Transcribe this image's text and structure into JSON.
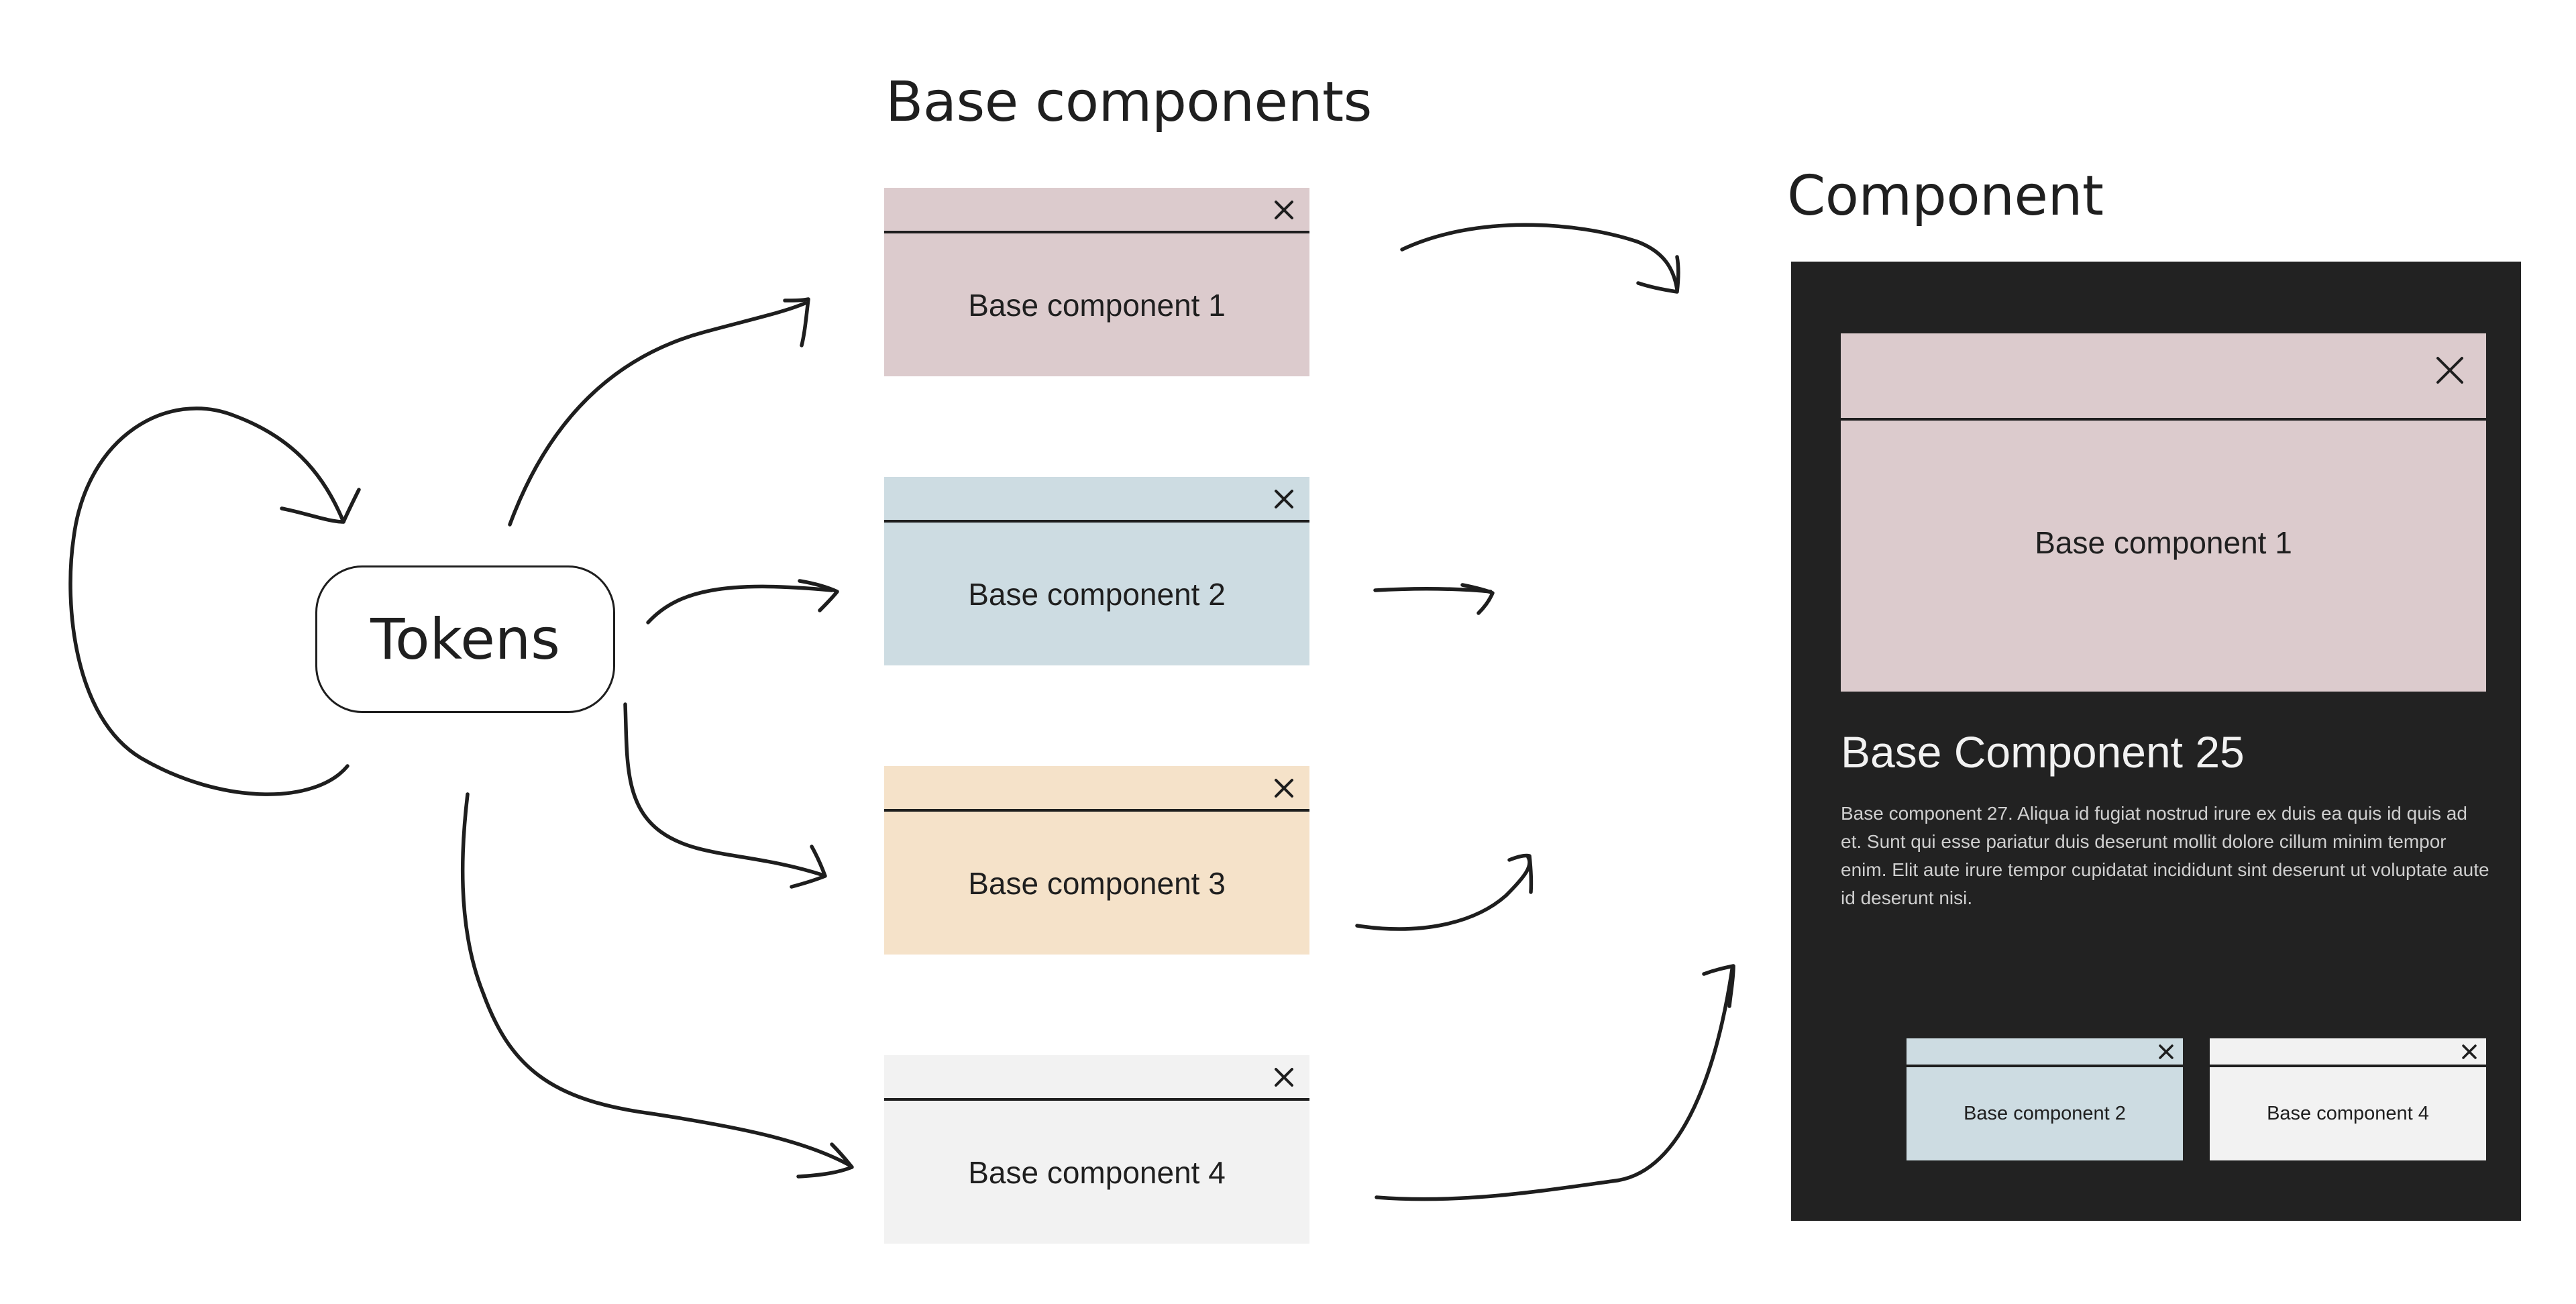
{
  "headings": {
    "base_components": "Base components",
    "component": "Component"
  },
  "tokens": {
    "label": "Tokens"
  },
  "base_components": [
    {
      "label": "Base component 1",
      "color": "#dccbcd"
    },
    {
      "label": "Base component 2",
      "color": "#cddce2"
    },
    {
      "label": "Base component 3",
      "color": "#f5e2c9"
    },
    {
      "label": "Base component 4",
      "color": "#f2f2f2"
    }
  ],
  "component": {
    "background": "#222222",
    "preview_label": "Base component 1",
    "title": "Base Component 25",
    "body": "Base component 27. Aliqua id fugiat nostrud irure ex duis ea quis id quis ad et. Sunt qui esse pariatur duis deserunt mollit dolore cillum minim tempor enim. Elit aute irure tempor cupidatat incididunt sint deserunt ut voluptate aute id deserunt nisi.",
    "small_cards": [
      {
        "label": "Base component 2",
        "color": "#cddce2"
      },
      {
        "label": "Base component 4",
        "color": "#f2f2f2"
      }
    ]
  },
  "icons": {
    "close": "close-icon"
  }
}
